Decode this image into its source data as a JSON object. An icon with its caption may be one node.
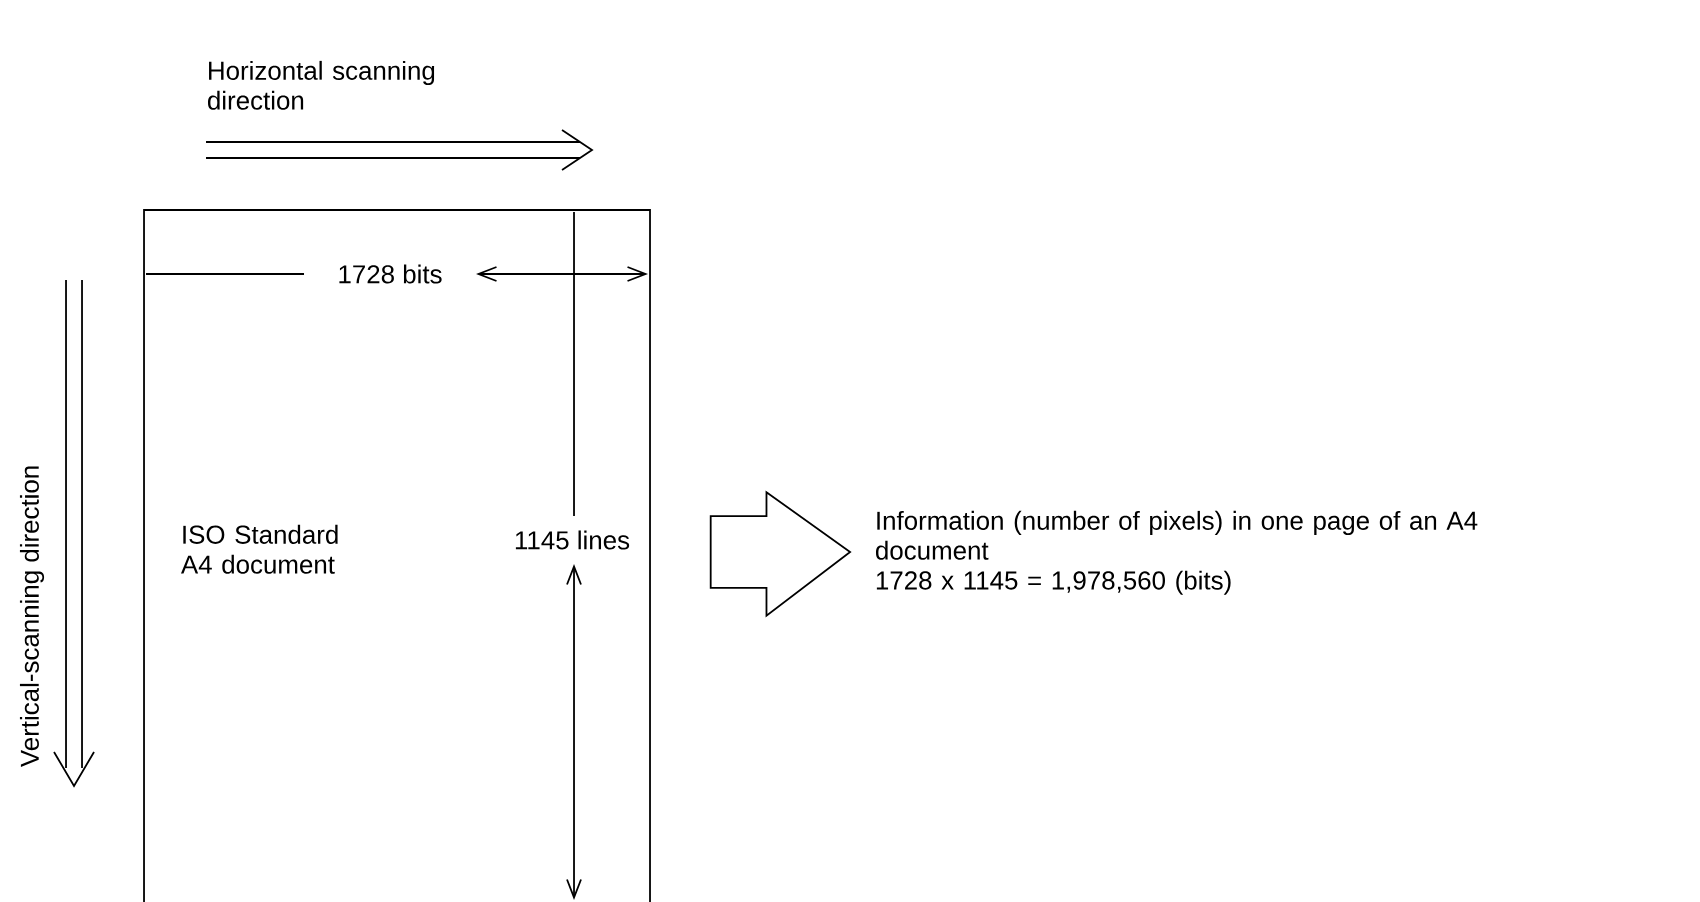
{
  "diagram": {
    "nodes": [
      {
        "text": [
          "ISO Standard A4 document"
        ]
      },
      {
        "text": [
          "Information (number of pixels) in one page of an A4 document",
          "1728 x 1145 = 1,978,560 (bits)"
        ]
      }
    ],
    "edges": [
      {
        "from": 0,
        "to": 1,
        "arrow": "to"
      }
    ],
    "labels": [
      "Horizontal scanning direction",
      "Vertical-scanning direction",
      "1728 bits",
      "1145 lines"
    ]
  }
}
